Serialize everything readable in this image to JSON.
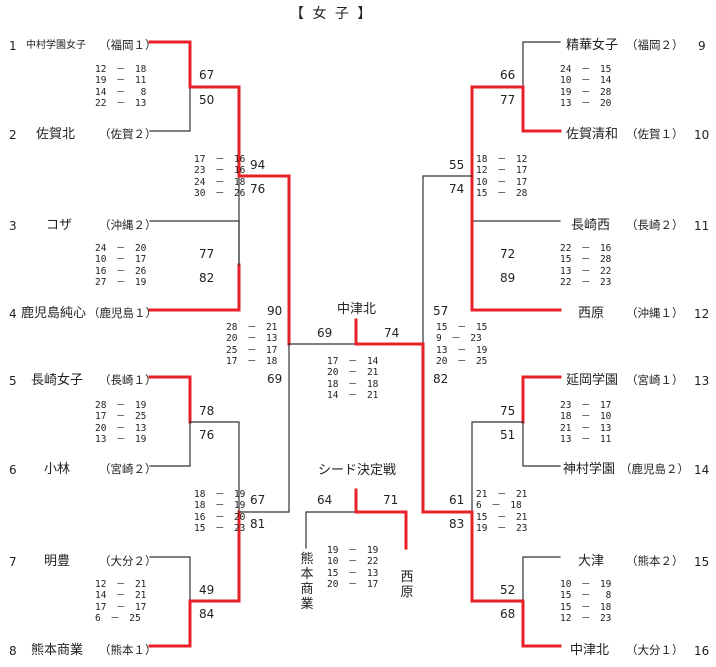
{
  "title": "【 女 子 】",
  "teams": {
    "t1": {
      "no": "1",
      "name": "中村学園女子",
      "pref": "（福岡１）"
    },
    "t2": {
      "no": "2",
      "name": "佐賀北",
      "pref": "（佐賀２）"
    },
    "t3": {
      "no": "3",
      "name": "コザ",
      "pref": "（沖縄２）"
    },
    "t4": {
      "no": "4",
      "name": "鹿児島純心",
      "pref": "（鹿児島１）"
    },
    "t5": {
      "no": "5",
      "name": "長崎女子",
      "pref": "（長崎１）"
    },
    "t6": {
      "no": "6",
      "name": "小林",
      "pref": "（宮崎２）"
    },
    "t7": {
      "no": "7",
      "name": "明豊",
      "pref": "（大分２）"
    },
    "t8": {
      "no": "8",
      "name": "熊本商業",
      "pref": "（熊本１）"
    },
    "t9": {
      "no": "9",
      "name": "精華女子",
      "pref": "（福岡２）"
    },
    "t10": {
      "no": "10",
      "name": "佐賀清和",
      "pref": "（佐賀１）"
    },
    "t11": {
      "no": "11",
      "name": "長崎西",
      "pref": "（長崎２）"
    },
    "t12": {
      "no": "12",
      "name": "西原",
      "pref": "（沖縄１）"
    },
    "t13": {
      "no": "13",
      "name": "延岡学園",
      "pref": "（宮崎１）"
    },
    "t14": {
      "no": "14",
      "name": "神村学園",
      "pref": "（鹿児島２）"
    },
    "t15": {
      "no": "15",
      "name": "大津",
      "pref": "（熊本２）"
    },
    "t16": {
      "no": "16",
      "name": "中津北",
      "pref": "（大分１）"
    }
  },
  "matches": {
    "m1": {
      "score_top": "67",
      "score_bottom": "50",
      "sets": [
        "12　－　18",
        "19　－　11",
        "14　－　 8",
        "22　－　13"
      ]
    },
    "m2": {
      "score_top": "77",
      "score_bottom": "82",
      "sets": [
        "24　－　20",
        "10　－　17",
        "16　－　26",
        "27　－　19"
      ]
    },
    "m3": {
      "score_top": "78",
      "score_bottom": "76",
      "sets": [
        "28　－　19",
        "17　－　25",
        "20　－　13",
        "13　－　19"
      ]
    },
    "m4": {
      "score_top": "49",
      "score_bottom": "84",
      "sets": [
        "12　－　21",
        "14　－　21",
        "17　－　17",
        " 6　－　25"
      ]
    },
    "m5": {
      "score_top": "94",
      "score_bottom": "76",
      "sets": [
        "17　－　16",
        "23　－　16",
        "24　－　18",
        "30　－　26"
      ]
    },
    "m6": {
      "score_top": "67",
      "score_bottom": "81",
      "sets": [
        "18　－　19",
        "18　－　19",
        "16　－　20",
        "15　－　23"
      ]
    },
    "m7": {
      "score_top": "90",
      "score_bottom": "69",
      "sets": [
        "28　－　21",
        "20　－　13",
        "25　－　17",
        "17　－　18"
      ]
    },
    "m8": {
      "score_top": "66",
      "score_bottom": "77",
      "sets": [
        "24　－　15",
        "10　－　14",
        "19　－　28",
        "13　－　20"
      ]
    },
    "m9": {
      "score_top": "72",
      "score_bottom": "89",
      "sets": [
        "22　－　16",
        "15　－　28",
        "13　－　22",
        "22　－　23"
      ]
    },
    "m10": {
      "score_top": "75",
      "score_bottom": "51",
      "sets": [
        "23　－　17",
        "18　－　10",
        "21　－　13",
        "13　－　11"
      ]
    },
    "m11": {
      "score_top": "52",
      "score_bottom": "68",
      "sets": [
        "10　－　19",
        "15　－　 8",
        "15　－　18",
        "12　－　23"
      ]
    },
    "m12": {
      "score_top": "55",
      "score_bottom": "74",
      "sets": [
        "18　－　12",
        "12　－　17",
        "10　－　17",
        "15　－　28"
      ]
    },
    "m13": {
      "score_top": "61",
      "score_bottom": "83",
      "sets": [
        "21　－　21",
        " 6　－　18",
        "15　－　21",
        "19　－　23"
      ]
    },
    "m14": {
      "score_top": "57",
      "score_bottom": "82",
      "sets": [
        "15　－　15",
        " 9　－　23",
        "13　－　19",
        "20　－　25"
      ]
    }
  },
  "final": {
    "champion": "中津北",
    "score_left": "69",
    "score_right": "74",
    "sets": [
      "17　－　14",
      "20　－　21",
      "18　－　18",
      "14　－　21"
    ]
  },
  "seed_match": {
    "label": "シード決定戦",
    "score_left": "64",
    "score_right": "71",
    "left_team": "熊本商業",
    "right_team": "西原",
    "sets": [
      "19　－　19",
      "10　－　22",
      "15　－　13",
      "20　－　17"
    ]
  },
  "colors": {
    "winner_line": "#e8202a",
    "line": "#333333"
  }
}
